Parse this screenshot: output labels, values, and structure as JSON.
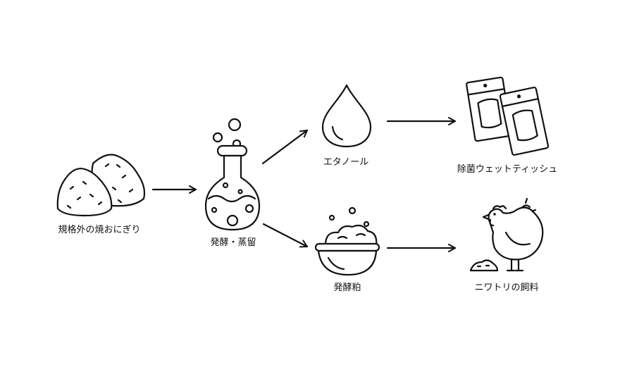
{
  "nodes": {
    "rice_balls": {
      "label": "規格外の焼おにぎり",
      "icon": "rice-ball-icon"
    },
    "flask": {
      "label": "発酵・蒸留",
      "icon": "flask-icon"
    },
    "ethanol": {
      "label": "エタノール",
      "icon": "drop-icon"
    },
    "wipes": {
      "label": "除菌ウェットティッシュ",
      "icon": "wet-wipe-pack-icon"
    },
    "lees": {
      "label": "発酵粕",
      "icon": "bowl-icon"
    },
    "feed": {
      "label": "ニワトリの飼料",
      "icon": "chicken-icon"
    }
  },
  "colors": {
    "stroke": "#111111",
    "background": "#ffffff"
  }
}
